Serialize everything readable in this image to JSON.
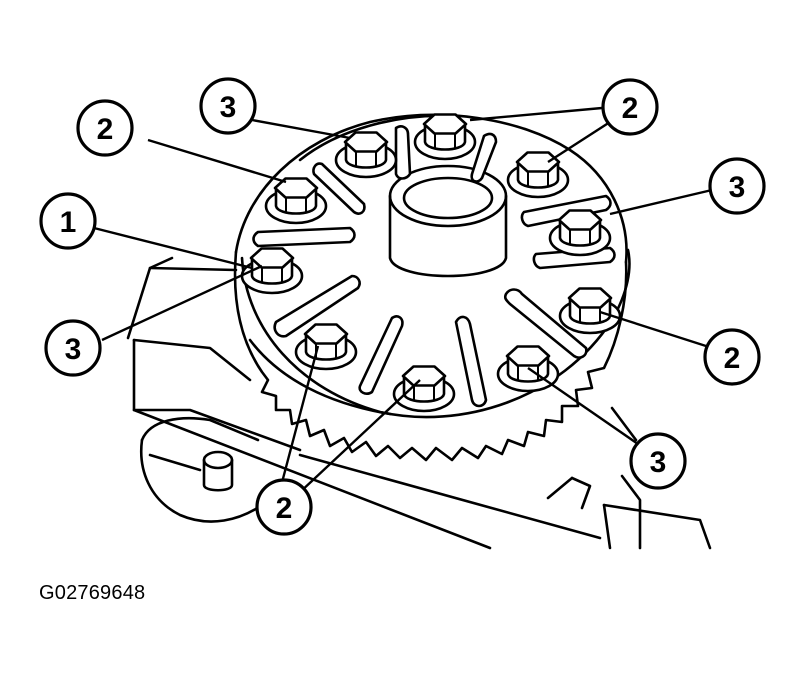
{
  "figure_id": "G02769648",
  "callouts": [
    {
      "label": "1"
    },
    {
      "label": "2"
    },
    {
      "label": "2"
    },
    {
      "label": "2"
    },
    {
      "label": "2"
    },
    {
      "label": "3"
    },
    {
      "label": "3"
    },
    {
      "label": "3"
    },
    {
      "label": "3"
    }
  ],
  "colors": {
    "line": "#000000",
    "background": "#ffffff"
  }
}
